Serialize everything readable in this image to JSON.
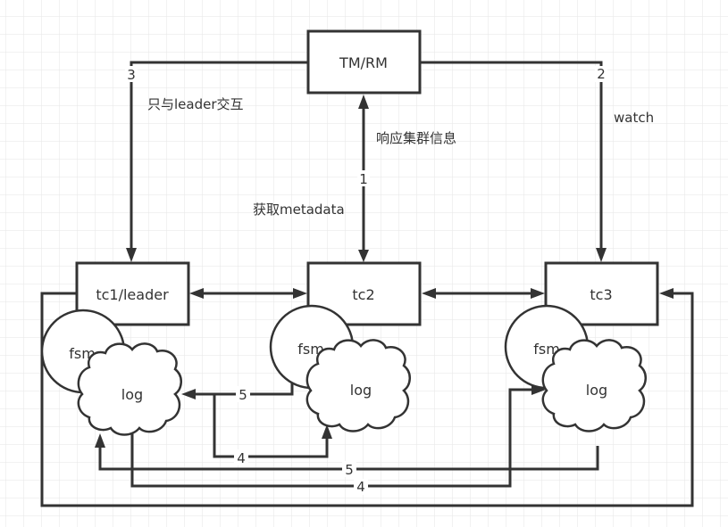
{
  "diagram": {
    "nodes": {
      "tmrm": "TM/RM",
      "tc1": "tc1/leader",
      "tc2": "tc2",
      "tc3": "tc3"
    },
    "sub_nodes": {
      "fsm": "fsm",
      "log": "log"
    },
    "edge_labels": {
      "step1": "1",
      "step2": "2",
      "step3": "3",
      "step4a": "4",
      "step4b": "4",
      "step5a": "5",
      "step5b": "5",
      "get_metadata": "获取metadata",
      "response_cluster": "响应集群信息",
      "leader_only": "只与leader交互",
      "watch": "watch"
    },
    "colors": {
      "stroke": "#333333",
      "grid": "#e6e6e6",
      "fill": "#ffffff"
    }
  }
}
